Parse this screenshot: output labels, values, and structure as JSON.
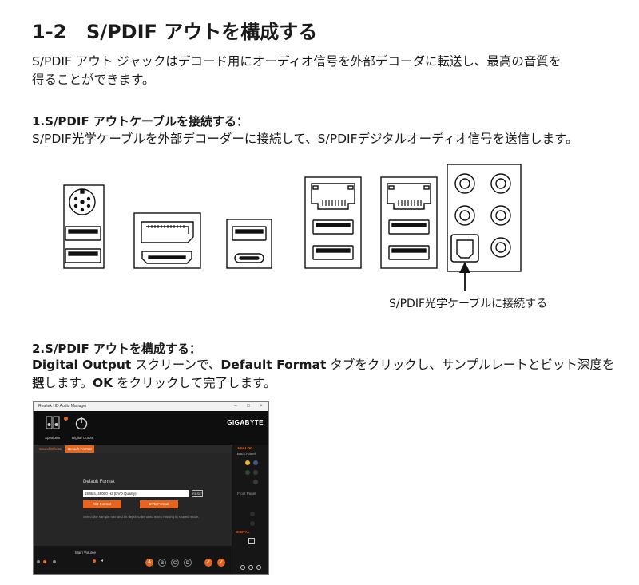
{
  "section": {
    "number": "1-2",
    "title": "S/PDIF アウトを構成する",
    "intro_line1": "S/PDIF アウト ジャックはデコード用にオーディオ信号を外部デコーダに転送し、最高の音質を",
    "intro_line2": "得ることができます。"
  },
  "step1": {
    "heading": "1.S/PDIF アウトケーブルを接続する：",
    "text": "S/PDIF光学ケーブルを外部デコーダーに接続して、S/PDIFデジタルオーディオ信号を送信します。",
    "callout": "S/PDIF光学ケーブルに接続する"
  },
  "step2": {
    "heading": "2.S/PDIF アウトを構成する：",
    "line1_bold1": "Digital Output",
    "line1_text1": " スクリーンで、",
    "line1_bold2": "Default Format",
    "line1_text2": " タブをクリックし、サンプルレートとビット深度を選",
    "line2_text1": "択します。",
    "line2_bold": "OK",
    "line2_text2": " をクリックして完了します。"
  },
  "app": {
    "title": "Realtek HD Audio Manager",
    "brand": "GIGABYTE",
    "device_speakers": "Speakers",
    "device_digital": "Digital Output",
    "tab_sound_effects": "Sound Effects",
    "tab_default_format": "Default Format",
    "side_analog": "ANALOG",
    "side_back_panel": "Back Panel",
    "side_front_panel": "Front Panel",
    "side_digital": "DIGITAL",
    "default_format_title": "Default Format",
    "format_value": "16 Bits, 48000 Hz (DVD Quality)",
    "reset_label": "RESET",
    "cd_format": "CD Format",
    "dvd_format": "DVD Format",
    "hint": "Select the sample rate and bit depth to be used when running in shared mode.",
    "main_volume": "Main Volume",
    "btn_a": "A",
    "btn_b": "B",
    "btn_c": "C",
    "btn_d": "D",
    "win_min": "–",
    "win_max": "□",
    "win_close": "×",
    "accent": "#e8641c"
  }
}
